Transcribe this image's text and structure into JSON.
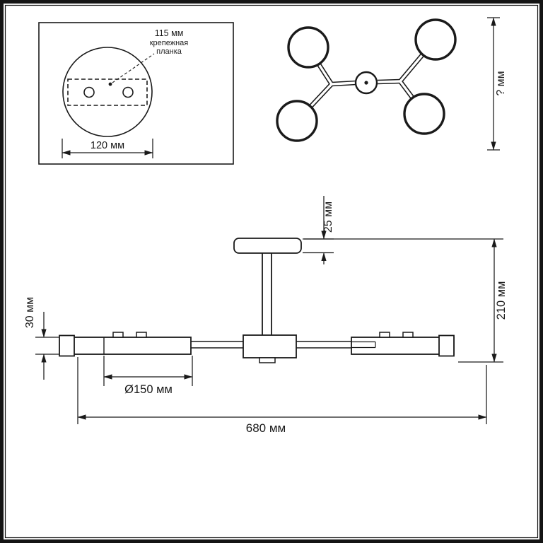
{
  "colors": {
    "line": "#1a1a1a",
    "background": "#ffffff"
  },
  "detail_box": {
    "dim_115": "115 мм",
    "plate_line1": "крепежная",
    "plate_line2": "планка",
    "dim_120": "120 мм"
  },
  "top_view": {
    "dim_unknown_height": "? мм"
  },
  "side_view": {
    "dim_canopy_height": "25 мм",
    "dim_total_height": "210 мм",
    "dim_head_height": "30 мм",
    "dim_shade_diameter": "Ø150 мм",
    "dim_total_width": "680 мм"
  }
}
